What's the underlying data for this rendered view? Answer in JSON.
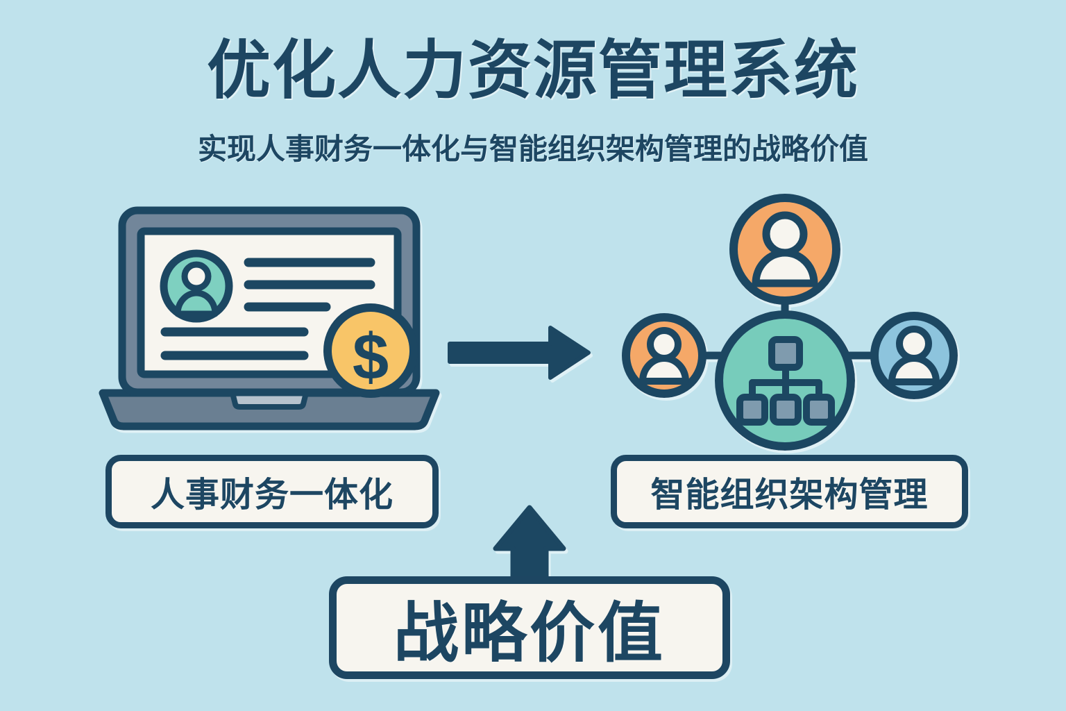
{
  "theme": {
    "background": "#bfe2ec",
    "ink": "#1d4662",
    "cream": "#f7f5ef",
    "laptop_body": "#6b7f92",
    "laptop_body_light": "#7b8fa1",
    "teal": "#7ed0c0",
    "teal_center": "#77ccbb",
    "orange": "#f5a868",
    "blue": "#8dc4dd",
    "gold": "#f8c567",
    "slate_box": "#7f9bae"
  },
  "header": {
    "title": "优化人力资源管理系统",
    "subtitle": "实现人事财务一体化与智能组织架构管理的战略价值"
  },
  "diagram": {
    "left_node": {
      "label": "人事财务一体化",
      "icon": "laptop-with-employee-record-and-money-icon",
      "screen_text_lines": 5,
      "badges": [
        "employee-avatar",
        "dollar-coin"
      ],
      "coin_symbol": "$"
    },
    "right_node": {
      "label": "智能组织架构管理",
      "icon": "org-chart-network-icon",
      "hub": {
        "name": "org-chart-hub",
        "color": "#77ccbb",
        "chart_boxes_top": 1,
        "chart_boxes_bottom": 3
      },
      "satellites": [
        {
          "name": "person-node-top",
          "color": "#f5a868",
          "position": "top"
        },
        {
          "name": "person-node-left",
          "color": "#f5a868",
          "position": "left"
        },
        {
          "name": "person-node-right",
          "color": "#8dc4dd",
          "position": "right"
        }
      ]
    },
    "bottom_node": {
      "label": "战略价值",
      "icon": "up-arrow-icon"
    },
    "connectors": [
      {
        "name": "arrow-left-to-right",
        "direction": "right"
      },
      {
        "name": "arrow-bottom-to-top",
        "direction": "up"
      }
    ]
  }
}
